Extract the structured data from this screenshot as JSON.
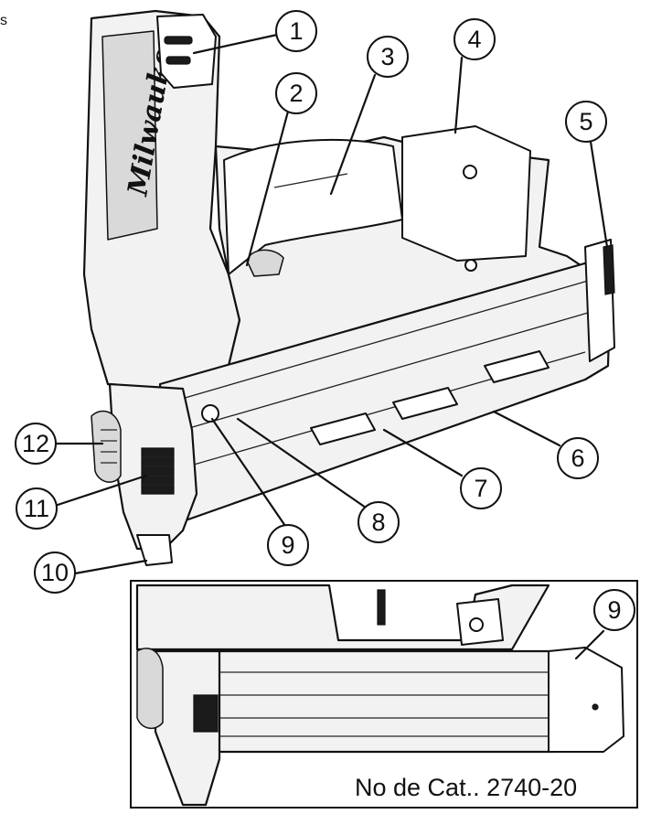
{
  "corner_text": "s",
  "callouts": [
    "1",
    "2",
    "3",
    "4",
    "5",
    "6",
    "7",
    "8",
    "9",
    "10",
    "11",
    "12"
  ],
  "inset": {
    "callout": "9",
    "caption": "No de Cat.. 2740-20"
  },
  "brand": "Milwaukee",
  "colors": {
    "line": "#111111",
    "fill": "#f2f2f2",
    "background": "#ffffff"
  }
}
